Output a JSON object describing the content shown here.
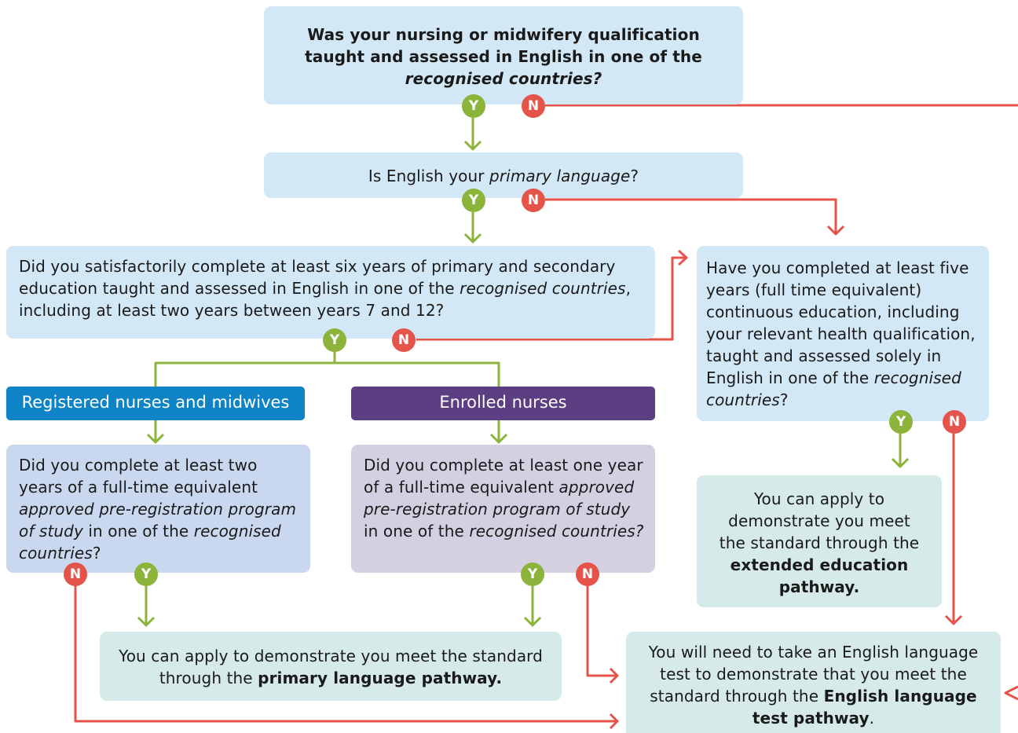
{
  "q1": {
    "text1": "Was your nursing or midwifery qualification taught and assessed in English in one of the ",
    "em": "recognised countries?"
  },
  "q2": {
    "pre": "Is English your ",
    "em": "primary language",
    "post": "?"
  },
  "q3": {
    "pre": "Did you satisfactorily complete at least six years of primary and secondary education taught and assessed in English in one of the ",
    "em": "recognised countries",
    "post": ", including at least two years between years 7 and 12?"
  },
  "q4": {
    "pre": "Have you completed at least five years (full time equivalent) continuous education, including your relevant health qualification, taught and assessed solely in English in one of the ",
    "em": "recognised countries",
    "post": "?"
  },
  "headers": {
    "registered": "Registered nurses and midwives",
    "enrolled": "Enrolled nurses"
  },
  "q5": {
    "pre": "Did you complete at least two years of a full-time equivalent ",
    "em1": "approved pre-registration program of study",
    "mid": " in one of the ",
    "em2": "recognised countries",
    "post": "?"
  },
  "q6": {
    "pre": "Did you complete at least one year of a full-time equivalent ",
    "em1": "approved pre-registration program of study",
    "mid": " in one of the ",
    "em2": "recognised countries?"
  },
  "o_extended": {
    "pre": "You can apply to demonstrate you meet the standard through the ",
    "bold": "extended education pathway."
  },
  "o_primary": {
    "pre": "You can apply to demonstrate you meet the standard through the ",
    "bold": "primary language pathway."
  },
  "o_test": {
    "pre": "You will need to take an English language test to demonstrate that you meet the standard through the ",
    "bold": "English language test pathway",
    "post": "."
  },
  "badges": {
    "yes": "Y",
    "no": "N"
  },
  "colors": {
    "yes": "#8cb33a",
    "no": "#e5544b",
    "question_bg": "#d3e8f6",
    "outcome_bg": "#d6eae9",
    "registered_header": "#0e83c6",
    "enrolled_header": "#5b3f82"
  }
}
